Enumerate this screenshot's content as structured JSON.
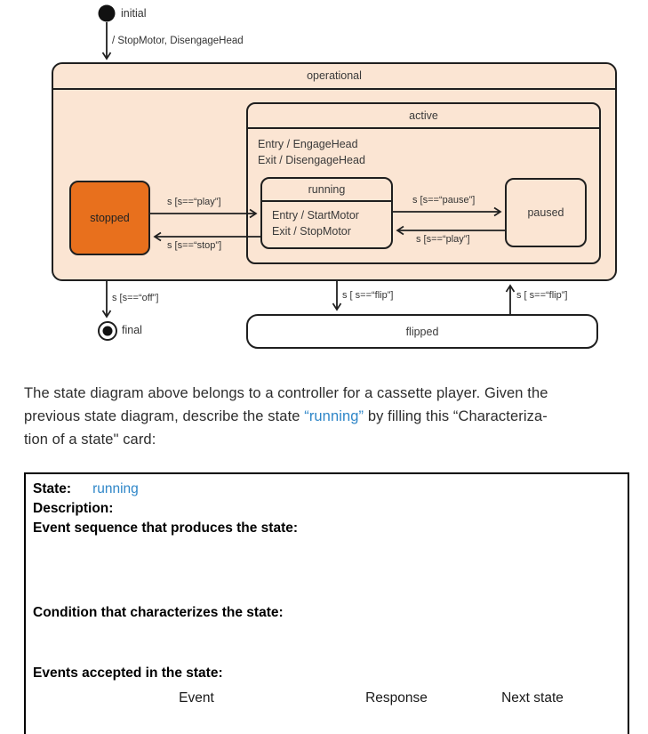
{
  "diagram": {
    "initial": {
      "label": "initial",
      "transition": "/ StopMotor, DisengageHead"
    },
    "states": {
      "operational": {
        "title": "operational"
      },
      "active": {
        "title": "active",
        "entry": "Entry / EngageHead",
        "exit": "Exit / DisengageHead"
      },
      "stopped": {
        "title": "stopped"
      },
      "running": {
        "title": "running",
        "entry": "Entry / StartMotor",
        "exit": "Exit / StopMotor"
      },
      "paused": {
        "title": "paused"
      },
      "flipped": {
        "title": "flipped"
      },
      "final": {
        "label": "final"
      }
    },
    "transitions": {
      "play": "s [s==“play”]",
      "stop": "s [s==“stop”]",
      "pause": "s [s==“pause”]",
      "play_back": "s [s==“play”]",
      "off": "s [s==“off”]",
      "flip_down": "s [ s==“flip”]",
      "flip_up": "s [ s==“flip”]"
    },
    "colors": {
      "state_fill": "#fbe5d3",
      "stopped_fill": "#e8701d",
      "flipped_fill": "#ffffff",
      "line": "#1f1f1f"
    }
  },
  "question": {
    "line1": "The state diagram above belongs to a controller for a cassette player. Given the",
    "line2_pre": "previous state diagram, describe the state ",
    "line2_blue": "“running”",
    "line2_post": " by filling this “Characteriza-",
    "line3": "tion of a state\" card:"
  },
  "card": {
    "state_label": "State:",
    "state_value": "running",
    "description_label": "Description:",
    "event_sequence_label": "Event sequence that produces the state:",
    "condition_label": "Condition that characterizes the state:",
    "events_accepted_label": "Events accepted in the state:",
    "columns": [
      "Event",
      "Response",
      "Next state"
    ],
    "highlight_blue": "#2e86c8"
  }
}
